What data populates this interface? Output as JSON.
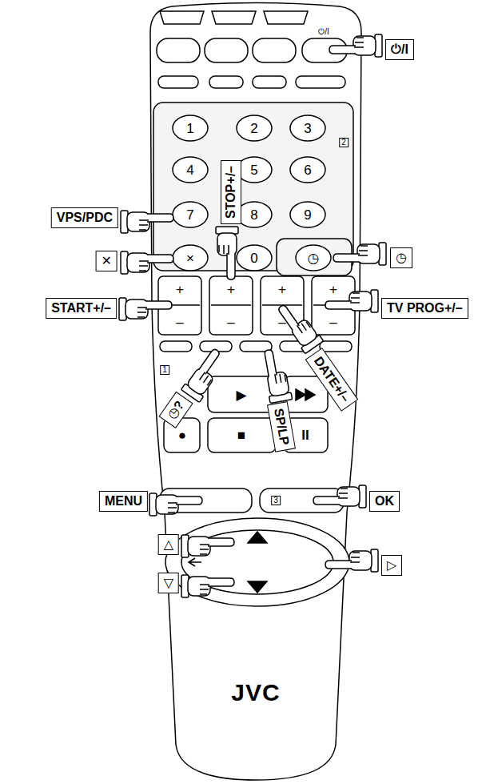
{
  "diagram": {
    "labels": [
      "⏻/I",
      "⏻/I",
      "1",
      "2",
      "3",
      "2",
      "4",
      "5",
      "6",
      "7",
      "VPS/PDC",
      "8",
      "9",
      "STOP+/–",
      "✕",
      "×",
      "0",
      "◷",
      "◷",
      "+",
      "+",
      "+",
      "+",
      "–",
      "–",
      "–",
      "–",
      "START+/–",
      "TV PROG+/–",
      "DATE+/–",
      "1",
      "SP/LP",
      "◷?",
      "▶",
      "●",
      "■",
      "II",
      "MENU",
      "3",
      "OK",
      "△",
      "▽",
      "▷",
      "JVC"
    ]
  }
}
